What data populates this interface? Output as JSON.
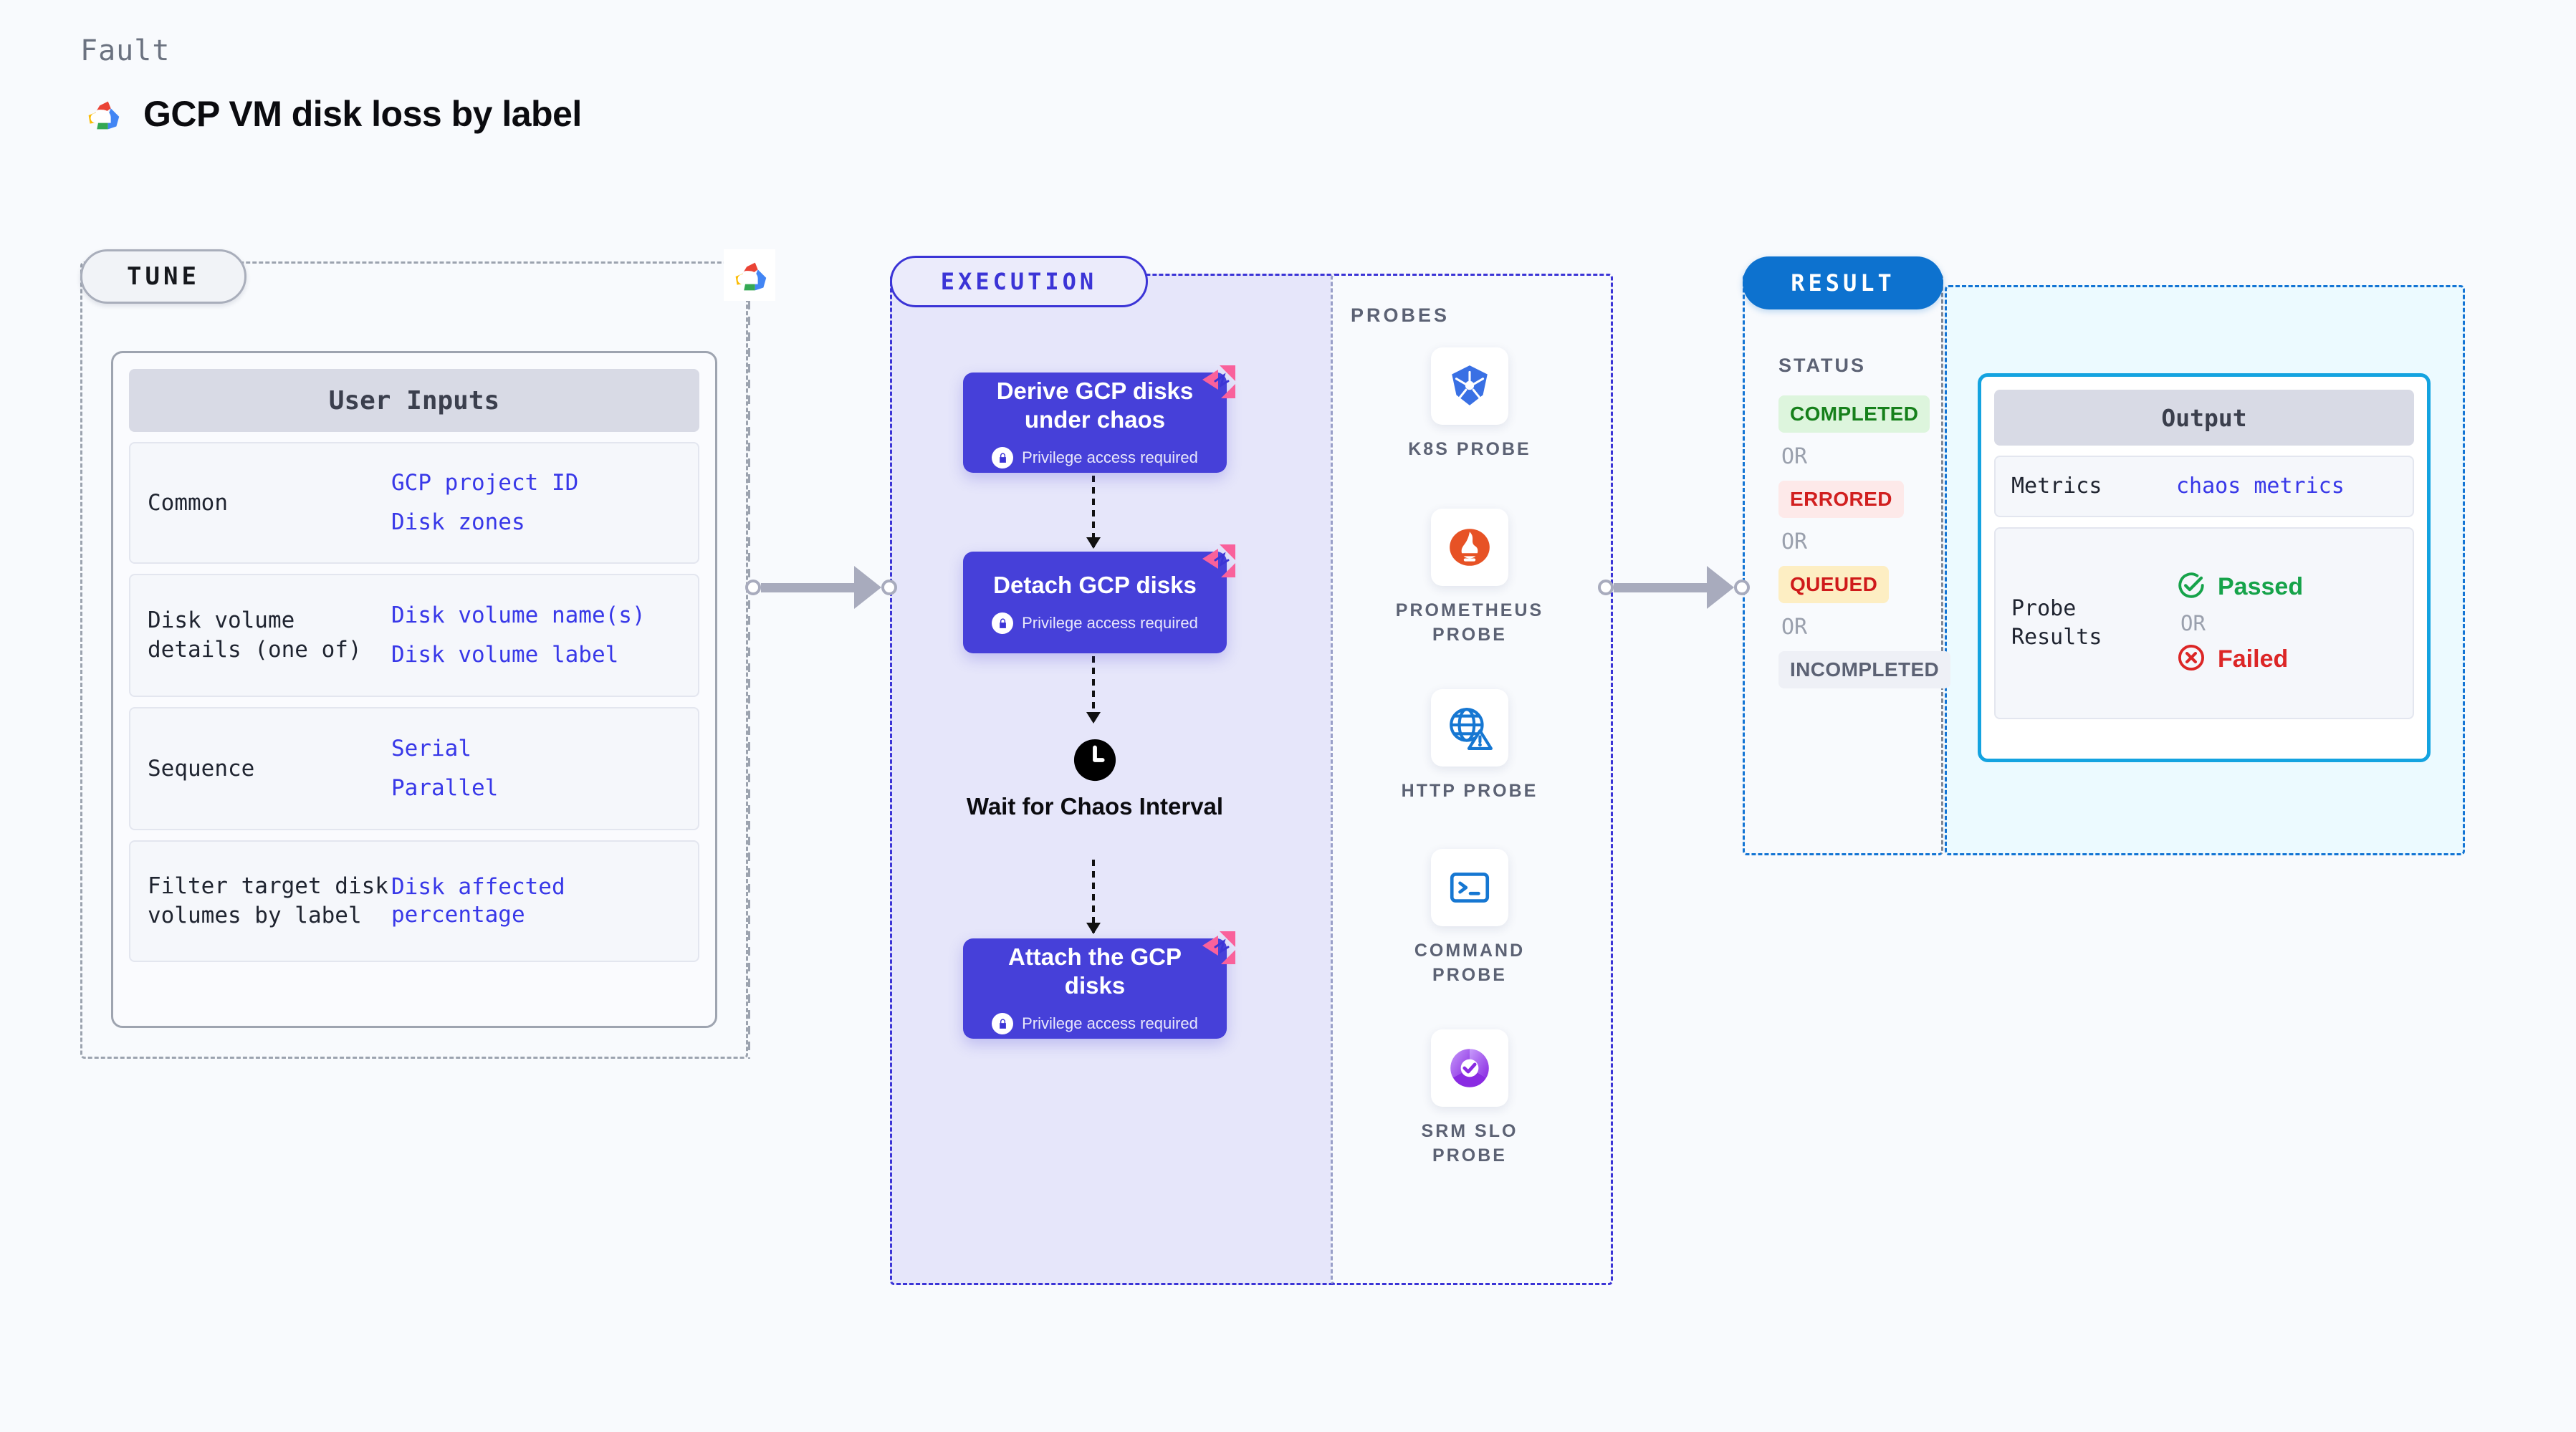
{
  "header": {
    "kicker": "Fault",
    "title": "GCP VM disk loss by label",
    "logo_icon": "gcp-cloud-logo"
  },
  "tune": {
    "pill_label": "TUNE",
    "provider_badge_icon": "gcp-cloud-logo",
    "card": {
      "title": "User Inputs",
      "rows": [
        {
          "key": "Common",
          "values": [
            "GCP project ID",
            "Disk zones"
          ]
        },
        {
          "key": "Disk volume details (one of)",
          "values": [
            "Disk volume name(s)",
            "Disk volume label"
          ]
        },
        {
          "key": "Sequence",
          "values": [
            "Serial",
            "Parallel"
          ]
        },
        {
          "key": "Filter target disk volumes by label",
          "values": [
            "Disk affected percentage"
          ]
        }
      ]
    }
  },
  "execution": {
    "pill_label": "EXECUTION",
    "privilege_note": "Privilege access required",
    "nodes": [
      {
        "title": "Derive GCP disks under chaos",
        "privileged": true,
        "badge_icon": "harness-chaos-logo"
      },
      {
        "title": "Detach GCP disks",
        "privileged": true,
        "badge_icon": "harness-chaos-logo"
      },
      {
        "title": "Attach the GCP disks",
        "privileged": true,
        "badge_icon": "harness-chaos-logo"
      }
    ],
    "wait_node": {
      "label": "Wait for Chaos Interval",
      "icon": "clock-icon"
    }
  },
  "probes": {
    "section_label": "PROBES",
    "items": [
      {
        "label": "K8S PROBE",
        "icon": "kubernetes-icon"
      },
      {
        "label": "PROMETHEUS PROBE",
        "icon": "prometheus-icon"
      },
      {
        "label": "HTTP PROBE",
        "icon": "http-globe-warning-icon"
      },
      {
        "label": "COMMAND PROBE",
        "icon": "terminal-icon"
      },
      {
        "label": "SRM SLO PROBE",
        "icon": "srm-slo-icon"
      }
    ]
  },
  "result": {
    "pill_label": "RESULT",
    "status_label": "STATUS",
    "or_text": "OR",
    "statuses": [
      {
        "label": "COMPLETED",
        "style": "b-completed"
      },
      {
        "label": "ERRORED",
        "style": "b-errored"
      },
      {
        "label": "QUEUED",
        "style": "b-queued"
      },
      {
        "label": "INCOMPLETED",
        "style": "b-incompleted"
      }
    ]
  },
  "output": {
    "title": "Output",
    "metrics_key": "Metrics",
    "metrics_value": "chaos metrics",
    "probe_results_key": "Probe Results",
    "probe_pass": "Passed",
    "probe_fail": "Failed",
    "or_text": "OR"
  },
  "colors": {
    "background": "#f8fafd",
    "execution_accent": "#3b34d6",
    "execution_fill": "#e6e6fa",
    "node_fill": "#4640d9",
    "result_accent": "#0d72cf",
    "output_fill": "#ecfaff",
    "output_border": "#14a3e0",
    "value_text": "#3838e8",
    "connector": "#a8abbd",
    "badge_pink": "#f9619b"
  }
}
